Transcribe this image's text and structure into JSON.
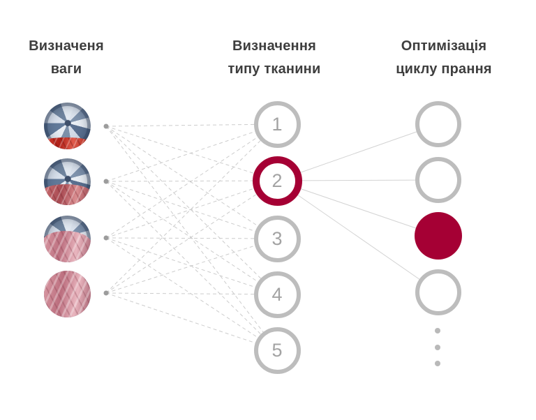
{
  "diagram": {
    "columns": [
      {
        "id": "weight-detection",
        "title_lines": [
          "Визначеня",
          "ваги"
        ]
      },
      {
        "id": "fabric-detection",
        "title_lines": [
          "Визначення",
          "типу тканини"
        ]
      },
      {
        "id": "cycle-optimization",
        "title_lines": [
          "Оптимізація",
          "циклу прання"
        ]
      }
    ],
    "input_nodes": [
      {
        "icon": "washer-drum-photo",
        "fabric_tone": "red",
        "fill_percent": 27
      },
      {
        "icon": "washer-drum-photo",
        "fabric_tone": "rose",
        "fill_percent": 46
      },
      {
        "icon": "washer-drum-photo",
        "fabric_tone": "pink",
        "fill_percent": 68
      },
      {
        "icon": "washer-drum-photo",
        "fabric_tone": "pink",
        "fill_percent": 100
      }
    ],
    "fabric_type_nodes": [
      {
        "label": "1",
        "selected": false
      },
      {
        "label": "2",
        "selected": true
      },
      {
        "label": "3",
        "selected": false
      },
      {
        "label": "4",
        "selected": false
      },
      {
        "label": "5",
        "selected": false
      }
    ],
    "cycle_nodes": [
      {
        "filled": false
      },
      {
        "filled": false
      },
      {
        "filled": true
      },
      {
        "filled": false
      }
    ],
    "more_indicator": {
      "icon": "ellipsis-vertical-dots",
      "count": 3
    },
    "connections": {
      "input_to_fabric": {
        "style": "dashed",
        "pattern": "all-to-all"
      },
      "fabric_to_cycle": {
        "style": "solid",
        "from_label": "2",
        "pattern": "selected-to-all"
      }
    },
    "colors": {
      "accent": "#a50034",
      "ring_gray": "#bdbdbd",
      "number_gray": "#a3a3a3",
      "dashed_line": "#cccccc",
      "solid_line": "#d3d3d3",
      "origin_dot": "#9c9c9c",
      "title_text": "#3e3e3e"
    }
  }
}
